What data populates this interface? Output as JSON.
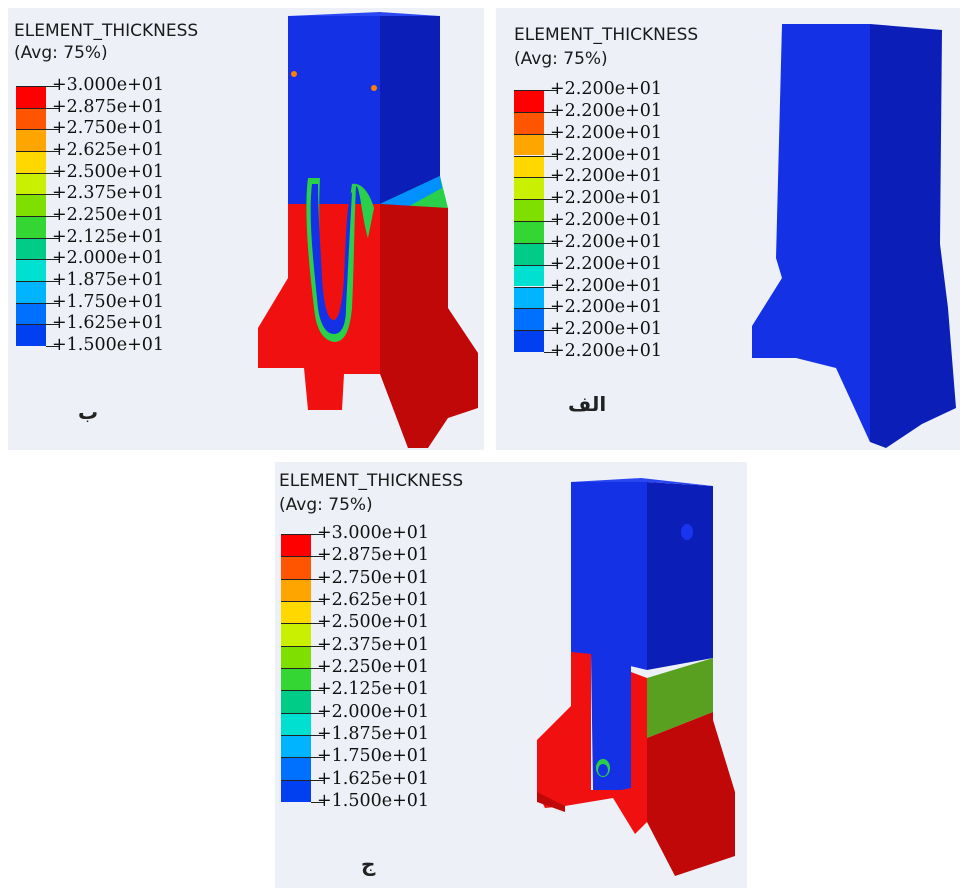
{
  "panels": {
    "b": {
      "label": "ب",
      "title": "ELEMENT_THICKNESS",
      "avg": "(Avg: 75%)",
      "ticks": [
        "+3.000e+01",
        "+2.875e+01",
        "+2.750e+01",
        "+2.625e+01",
        "+2.500e+01",
        "+2.375e+01",
        "+2.250e+01",
        "+2.125e+01",
        "+2.000e+01",
        "+1.875e+01",
        "+1.750e+01",
        "+1.625e+01",
        "+1.500e+01"
      ]
    },
    "alef": {
      "label": "الف",
      "title": "ELEMENT_THICKNESS",
      "avg": "(Avg: 75%)",
      "ticks": [
        "+2.200e+01",
        "+2.200e+01",
        "+2.200e+01",
        "+2.200e+01",
        "+2.200e+01",
        "+2.200e+01",
        "+2.200e+01",
        "+2.200e+01",
        "+2.200e+01",
        "+2.200e+01",
        "+2.200e+01",
        "+2.200e+01",
        "+2.200e+01"
      ]
    },
    "jim": {
      "label": "ج",
      "title": "ELEMENT_THICKNESS",
      "avg": "(Avg: 75%)",
      "ticks": [
        "+3.000e+01",
        "+2.875e+01",
        "+2.750e+01",
        "+2.625e+01",
        "+2.500e+01",
        "+2.375e+01",
        "+2.250e+01",
        "+2.125e+01",
        "+2.000e+01",
        "+1.875e+01",
        "+1.750e+01",
        "+1.625e+01",
        "+1.500e+01"
      ]
    }
  },
  "colors": {
    "contour_scale": [
      "#ff0000",
      "#ff5500",
      "#ffa500",
      "#ffd800",
      "#c8f000",
      "#7fe000",
      "#33d633",
      "#00cc88",
      "#00e0d0",
      "#00b4ff",
      "#0070ff",
      "#0040f0",
      "#0010ff"
    ],
    "red": "#f01010",
    "dark_red": "#c00808",
    "blue": "#1431e6",
    "dark_blue": "#0b1fb8",
    "green": "#5aa020",
    "background": "#edf1f7"
  }
}
